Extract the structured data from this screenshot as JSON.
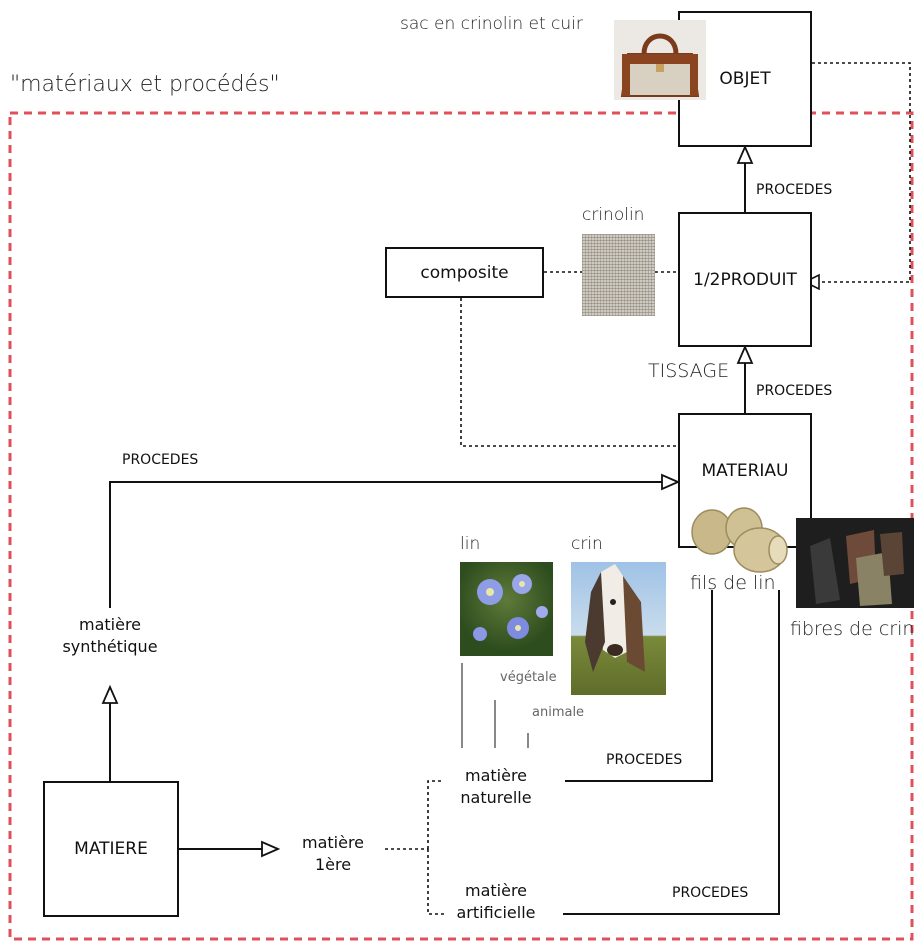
{
  "title": "\"matériaux et procédés\"",
  "captions": {
    "bag": "sac en crinolin et cuir",
    "crinolin": "crinolin",
    "tissage": "TISSAGE",
    "lin": "lin",
    "crin": "crin",
    "fils_de_lin": "fils de lin",
    "fibres_de_crin": "fibres de crin"
  },
  "boxes": {
    "objet": "OBJET",
    "demi_produit": "1/2PRODUIT",
    "materiau": "MATERIAU",
    "composite": "composite",
    "matiere": "MATIERE"
  },
  "nodes": {
    "synthetique": [
      "matière",
      "synthétique"
    ],
    "premiere": [
      "matière",
      "1ère"
    ],
    "naturelle": [
      "matière",
      "naturelle"
    ],
    "artificielle": [
      "matière",
      "artificielle"
    ]
  },
  "sub_labels": {
    "vegetale": "végétale",
    "animale": "animale"
  },
  "edge_labels": {
    "procedes": "PROCEDES"
  },
  "colors": {
    "frame_dash": "#e0505a",
    "line": "#111111"
  }
}
